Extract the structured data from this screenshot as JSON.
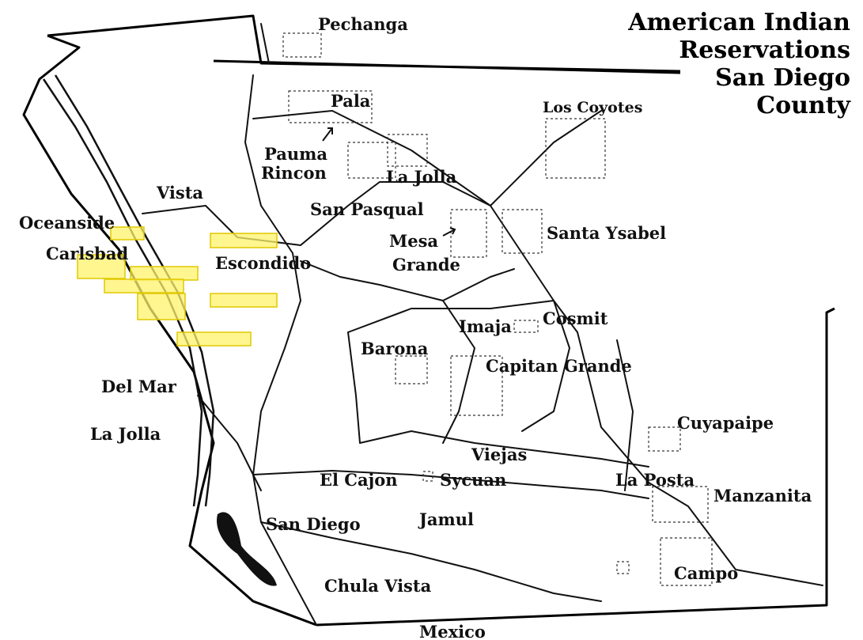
{
  "title": {
    "lines": [
      "American Indian",
      "Reservations",
      "San Diego",
      "County"
    ]
  },
  "places": {
    "pechanga": "Pechanga",
    "pala": "Pala",
    "los_coyotes": "Los Coyotes",
    "pauma": "Pauma",
    "rincon": "Rincon",
    "la_jolla_res": "La Jolla",
    "vista": "Vista",
    "san_pasqual": "San Pasqual",
    "oceanside": "Oceanside",
    "mesa": "Mesa",
    "grande": "Grande",
    "santa_ysabel": "Santa Ysabel",
    "carlsbad": "Carlsbad",
    "escondido": "Escondido",
    "imaja": "Imaja",
    "cosmit": "Cosmit",
    "barona": "Barona",
    "capitan_grande": "Capitan Grande",
    "del_mar": "Del Mar",
    "cuyapaipe": "Cuyapaipe",
    "la_jolla_city": "La Jolla",
    "viejas": "Viejas",
    "el_cajon": "El Cajon",
    "sycuan": "Sycuan",
    "la_posta": "La Posta",
    "manzanita": "Manzanita",
    "san_diego": "San Diego",
    "jamul": "Jamul",
    "campo": "Campo",
    "chula_vista": "Chula Vista",
    "mexico": "Mexico"
  },
  "colors": {
    "highlight": "#fff36b",
    "ink": "#111111"
  }
}
